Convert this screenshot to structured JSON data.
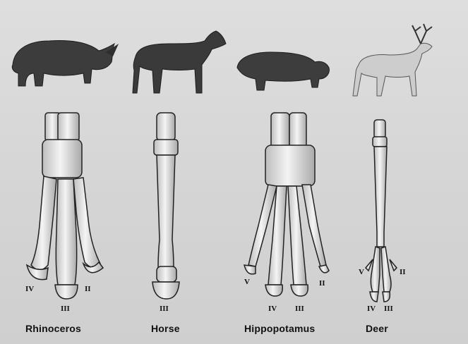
{
  "animals": [
    {
      "name": "Rhinoceros",
      "digits": [
        "IV",
        "III",
        "II"
      ]
    },
    {
      "name": "Horse",
      "digits": [
        "III"
      ]
    },
    {
      "name": "Hippopotamus",
      "digits": [
        "V",
        "IV",
        "III",
        "II"
      ]
    },
    {
      "name": "Deer",
      "digits": [
        "V",
        "II",
        "IV",
        "III"
      ]
    }
  ],
  "colors": {
    "bone": "#efefef",
    "outline": "#222222",
    "animal_dark": "#3a3a3a",
    "deer": "#c8c8c8"
  }
}
